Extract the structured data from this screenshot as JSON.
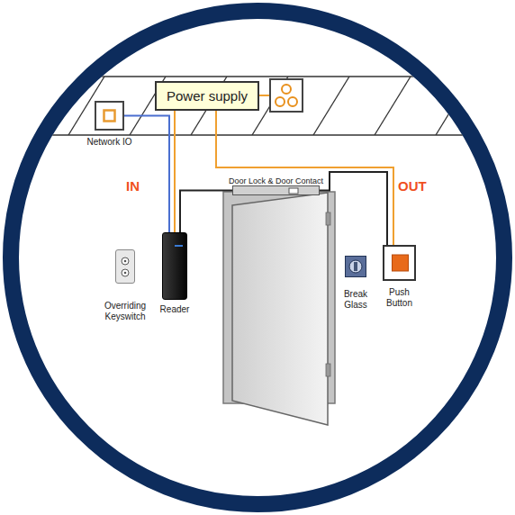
{
  "diagram": {
    "nodes": [
      {
        "text": [
          "Power supply"
        ]
      },
      {
        "text": [
          "Network IO"
        ]
      },
      {
        "text": [
          "Door Lock & Door Contact"
        ]
      },
      {
        "text": [
          "Overriding Keyswitch"
        ]
      },
      {
        "text": [
          "Reader"
        ]
      },
      {
        "text": [
          "Break Glass"
        ]
      },
      {
        "text": [
          "Push Button"
        ]
      }
    ],
    "edges": [
      {
        "from": 1,
        "to": 4,
        "arrow": "none"
      },
      {
        "from": 0,
        "to": 4,
        "arrow": "none"
      },
      {
        "from": 0,
        "to": 6,
        "arrow": "none"
      },
      {
        "from": 2,
        "to": 4,
        "arrow": "none"
      },
      {
        "from": 2,
        "to": 6,
        "arrow": "none"
      }
    ],
    "labels": [
      "IN",
      "OUT"
    ]
  }
}
